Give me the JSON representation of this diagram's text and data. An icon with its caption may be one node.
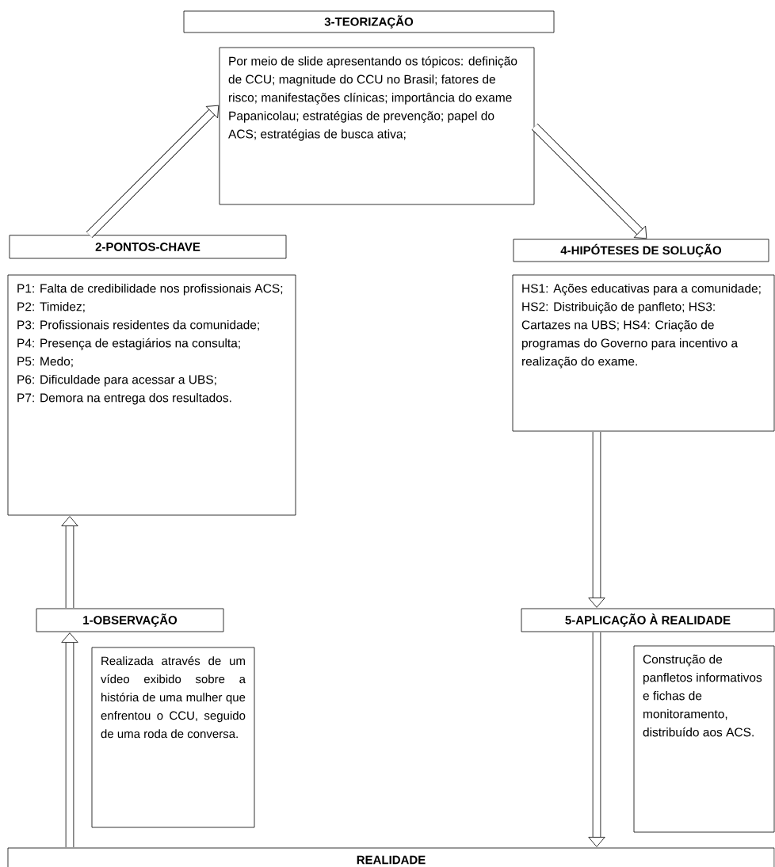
{
  "diagram": {
    "nodes": [
      {
        "text": [
          "3-TEORIZAÇÃO"
        ]
      },
      {
        "text": [
          "Por meio de slide apresentando os tópicos: definição de CCU; magnitude do CCU no Brasil; fatores de risco; manifestações clínicas; importância do exame Papanicolau; estratégias de prevenção; papel do ACS; estratégias de busca ativa;"
        ]
      },
      {
        "text": [
          "2-PONTOS-CHAVE"
        ]
      },
      {
        "text": [
          "P1: Falta de credibilidade nos profissionais ACS;",
          "P2: Timidez;",
          "P3: Profissionais residentes da comunidade;",
          "P4: Presença de estagiários na consulta;",
          "P5: Medo;",
          "P6: Dificuldade para acessar a UBS;",
          "P7: Demora na entrega dos resultados."
        ]
      },
      {
        "text": [
          "4-HIPÓTESES DE SOLUÇÃO"
        ]
      },
      {
        "text": [
          "HS1: Ações educativas para a comunidade; HS2: Distribuição de panfleto; HS3: Cartazes na UBS; HS4: Criação de programas do Governo para incentivo a realização do exame."
        ]
      },
      {
        "text": [
          "1-OBSERVAÇÃO"
        ]
      },
      {
        "text": [
          "Realizada através de um vídeo exibido sobre a história de uma mulher que enfrentou o CCU, seguido de uma roda de conversa."
        ]
      },
      {
        "text": [
          "5-APLICAÇÃO À REALIDADE"
        ]
      },
      {
        "text": [
          "Construção de panfletos informativos e fichas de monitoramento, distribuído aos ACS."
        ]
      },
      {
        "text": [
          "REALIDADE"
        ]
      }
    ],
    "edges": [
      {
        "from": 10,
        "to": 6,
        "arrow": "to"
      },
      {
        "from": 6,
        "to": 3,
        "arrow": "to"
      },
      {
        "from": 2,
        "to": 1,
        "arrow": "to"
      },
      {
        "from": 1,
        "to": 4,
        "arrow": "to"
      },
      {
        "from": 5,
        "to": 8,
        "arrow": "to"
      },
      {
        "from": 8,
        "to": 10,
        "arrow": "to"
      }
    ]
  }
}
